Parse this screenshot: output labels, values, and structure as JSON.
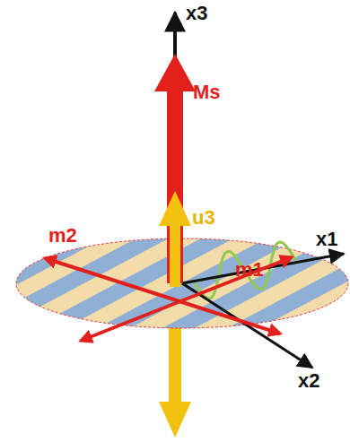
{
  "diagram": {
    "labels": [
      "x3",
      "Ms",
      "u3",
      "m2",
      "m1",
      "x1",
      "x2"
    ]
  }
}
